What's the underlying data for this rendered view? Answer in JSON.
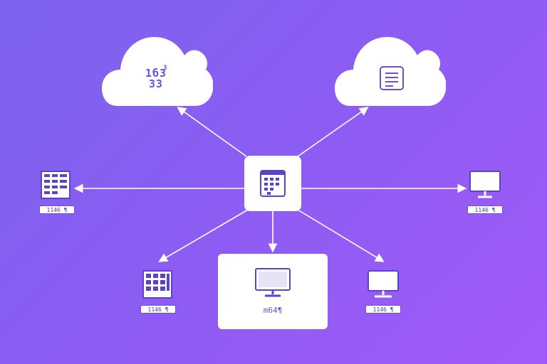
{
  "colors": {
    "background_start": "#7b63ee",
    "background_end": "#a25af7",
    "node_fill": "#ffffff",
    "icon_stroke": "#6b4fd8",
    "link": "#ffffff"
  },
  "clouds": {
    "left": {
      "text": "1б3\n33",
      "superscript": "3",
      "icon": "data-cloud-icon"
    },
    "right": {
      "icon": "document-icon"
    }
  },
  "hub": {
    "icon": "calendar-grid-icon"
  },
  "panel": {
    "icon": "monitor-icon",
    "label": "m64¶"
  },
  "devices": {
    "left": {
      "icon": "spreadsheet-icon",
      "label": "1146 ¶"
    },
    "right": {
      "icon": "monitor-icon",
      "label": "1146 ¶"
    },
    "bottom_left": {
      "icon": "calculator-icon",
      "label": "1146 ¶"
    },
    "bottom_right": {
      "icon": "monitor-icon",
      "label": "1146 ¶"
    }
  }
}
